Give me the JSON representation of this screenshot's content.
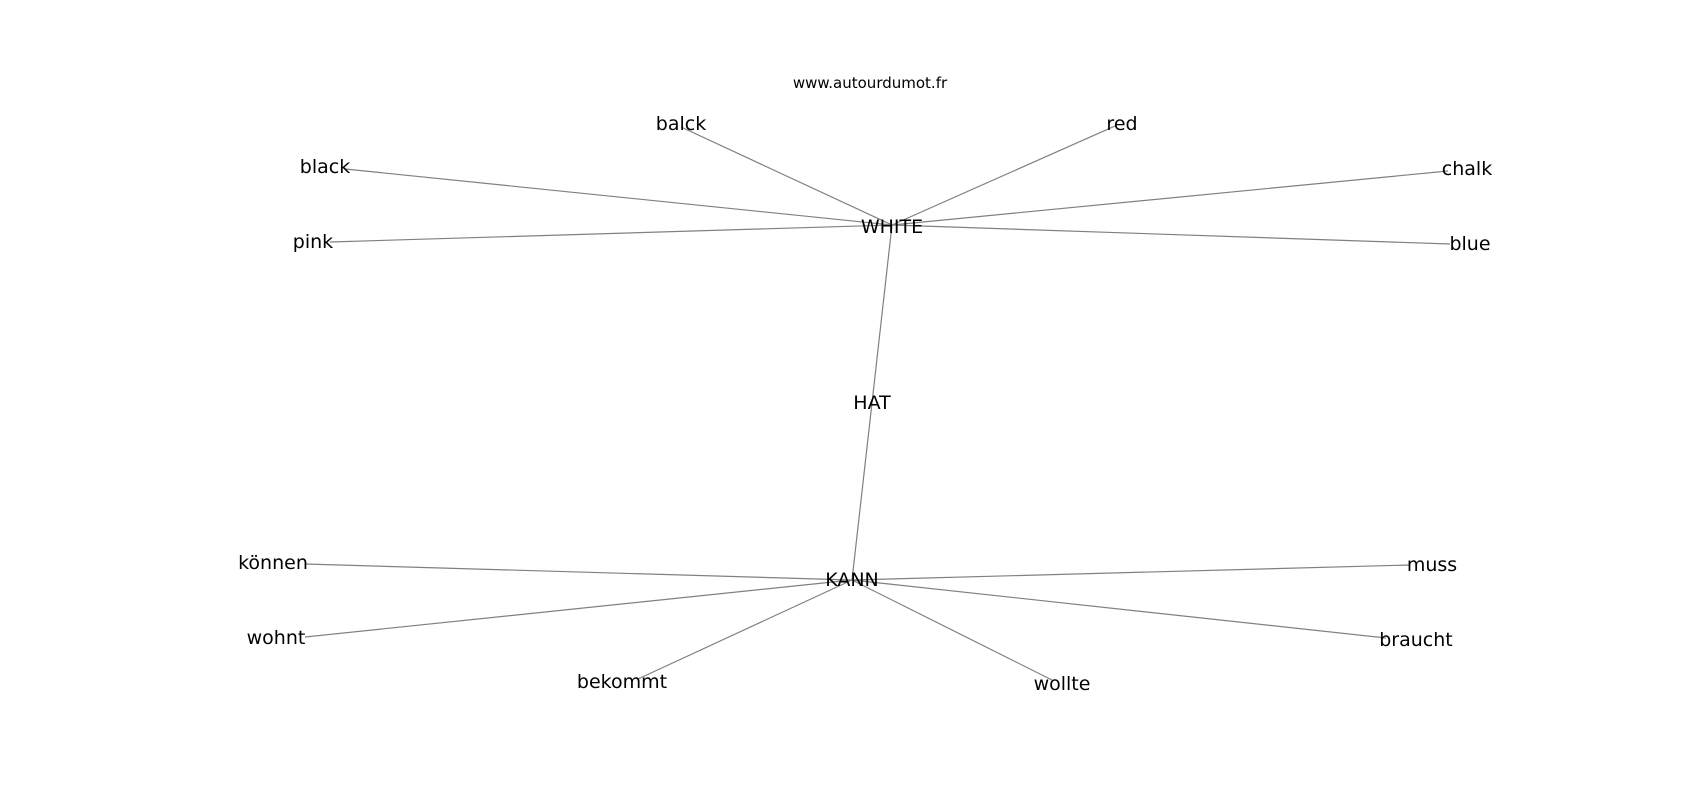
{
  "header": {
    "watermark": "www.autourdumot.fr"
  },
  "graph": {
    "nodes": [
      {
        "id": "hat",
        "label": "HAT"
      },
      {
        "id": "white",
        "label": "WHITE"
      },
      {
        "id": "kann",
        "label": "KANN"
      },
      {
        "id": "balck",
        "label": "balck"
      },
      {
        "id": "red",
        "label": "red"
      },
      {
        "id": "black",
        "label": "black"
      },
      {
        "id": "chalk",
        "label": "chalk"
      },
      {
        "id": "pink",
        "label": "pink"
      },
      {
        "id": "blue",
        "label": "blue"
      },
      {
        "id": "konnen",
        "label": "können"
      },
      {
        "id": "muss",
        "label": "muss"
      },
      {
        "id": "wohnt",
        "label": "wohnt"
      },
      {
        "id": "braucht",
        "label": "braucht"
      },
      {
        "id": "bekommt",
        "label": "bekommt"
      },
      {
        "id": "wollte",
        "label": "wollte"
      }
    ],
    "edges": [
      [
        "white",
        "hat"
      ],
      [
        "hat",
        "kann"
      ],
      [
        "white",
        "balck"
      ],
      [
        "white",
        "red"
      ],
      [
        "white",
        "black"
      ],
      [
        "white",
        "chalk"
      ],
      [
        "white",
        "pink"
      ],
      [
        "white",
        "blue"
      ],
      [
        "kann",
        "konnen"
      ],
      [
        "kann",
        "muss"
      ],
      [
        "kann",
        "wohnt"
      ],
      [
        "kann",
        "braucht"
      ],
      [
        "kann",
        "bekommt"
      ],
      [
        "kann",
        "wollte"
      ]
    ],
    "edge_color": "#808080",
    "label_color": "#000000"
  }
}
